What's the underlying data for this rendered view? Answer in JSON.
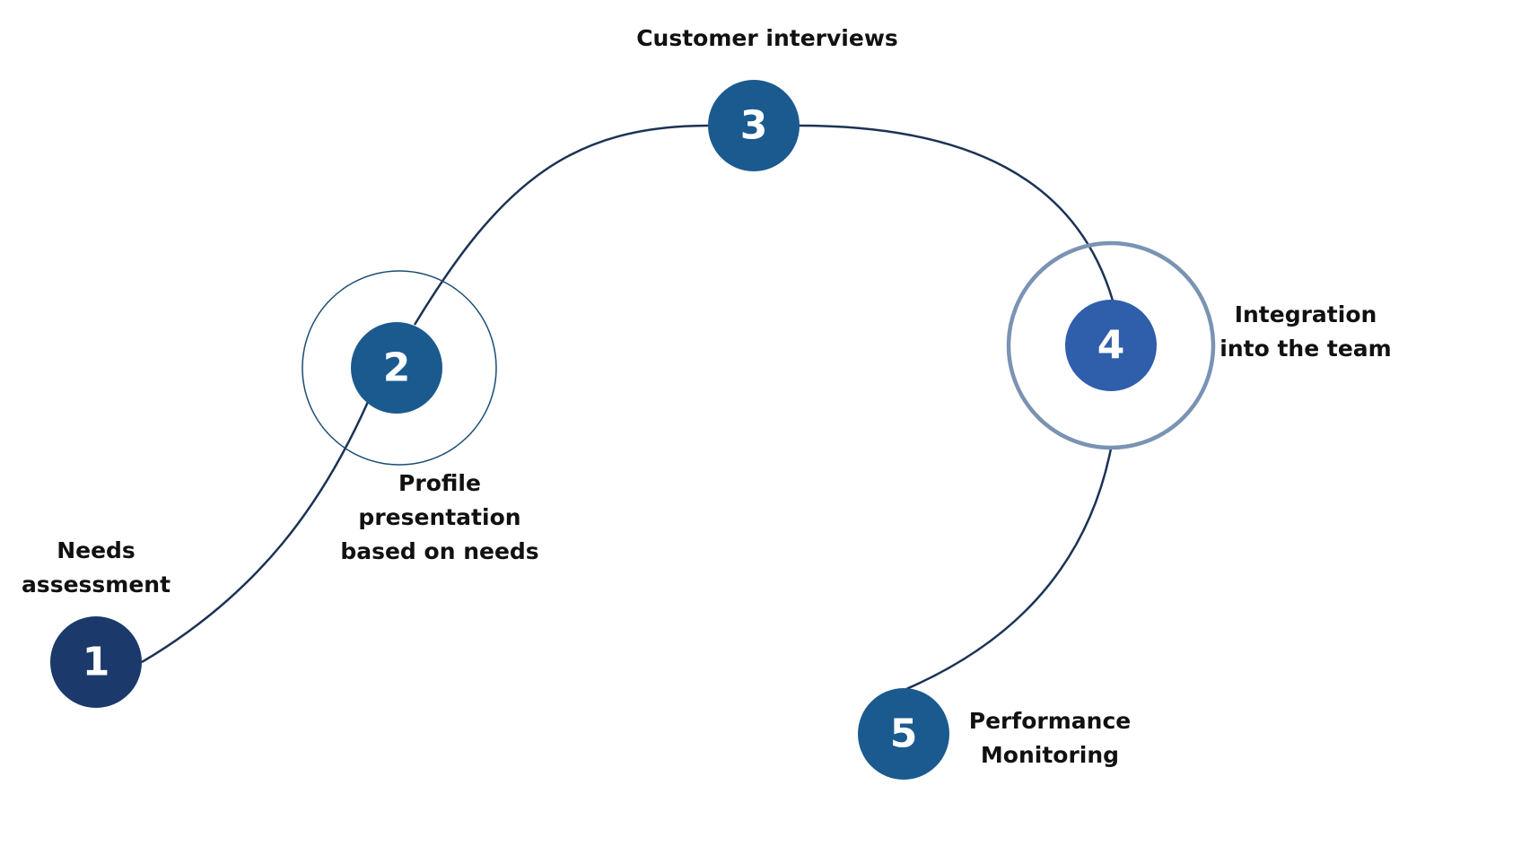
{
  "steps": [
    {
      "number": "1",
      "label_lines": [
        "Needs",
        "assessment"
      ],
      "color": "#1b3a6b"
    },
    {
      "number": "2",
      "label_lines": [
        "Profile",
        "presentation",
        "based on needs"
      ],
      "color": "#1b5a8f"
    },
    {
      "number": "3",
      "label_lines": [
        "Customer interviews"
      ],
      "color": "#1b5a8f"
    },
    {
      "number": "4",
      "label_lines": [
        "Integration",
        "into the team"
      ],
      "color": "#2f5eab"
    },
    {
      "number": "5",
      "label_lines": [
        "Performance",
        "Monitoring"
      ],
      "color": "#1b5a8f"
    }
  ],
  "colors": {
    "path": "#1b3354",
    "ring_2": "#1b4d73",
    "ring_4": "#7a93b3"
  }
}
